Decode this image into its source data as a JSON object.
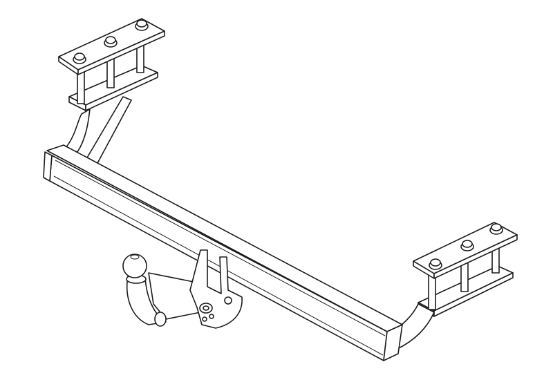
{
  "drawing": {
    "subject": "tow-bar-assembly",
    "colors": {
      "line": "#1a1a1a",
      "background": "#ffffff"
    },
    "parts": [
      "crossbar",
      "left-mounting-bracket",
      "right-mounting-bracket",
      "left-clamp-plates",
      "right-clamp-plates",
      "tow-ball",
      "ball-neck-bracket"
    ]
  }
}
